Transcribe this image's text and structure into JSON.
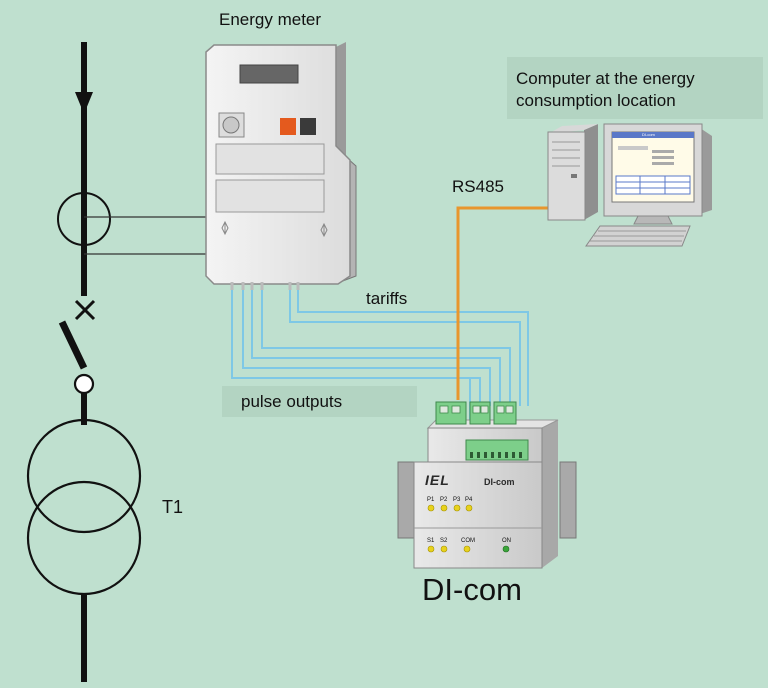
{
  "labels": {
    "energy_meter": "Energy meter",
    "computer": [
      "Computer at the energy",
      "consumption location"
    ],
    "rs485": "RS485",
    "tariffs": "tariffs",
    "pulse_outputs": "pulse outputs",
    "transformer": "T1",
    "device": "DI-com"
  },
  "dicom_device": {
    "brand": "IEL",
    "model": "DI-com",
    "pulse_leds": [
      "P1",
      "P2",
      "P3",
      "P4"
    ],
    "status_leds": [
      "S1",
      "S2",
      "COM"
    ],
    "on_led": "ON"
  },
  "monitor_window": {
    "title": "DI-com"
  },
  "colors": {
    "background": "#bfe0cf",
    "rs485_cable": "#e8962e",
    "signal_wires": "#7ec8e6",
    "led_yellow": "#e8d21c",
    "led_green": "#3aa53a"
  }
}
